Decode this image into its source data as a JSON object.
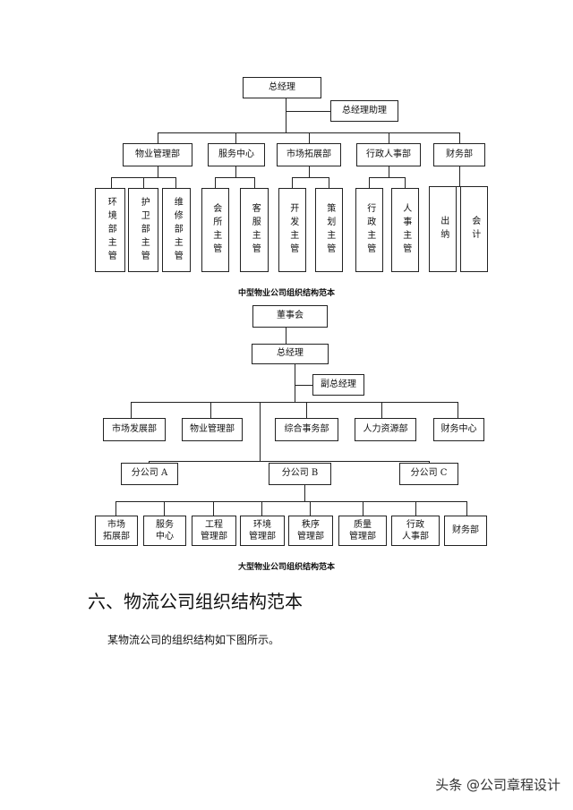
{
  "chart1": {
    "top": "总经理",
    "assistant": "总经理助理",
    "departments": [
      "物业管理部",
      "服务中心",
      "市场拓展部",
      "行政人事部",
      "财务部"
    ],
    "subs": [
      "环境部主管",
      "护卫部主管",
      "维修部主管",
      "会所主管",
      "客服主管",
      "开发主管",
      "策划主管",
      "行政主管",
      "人事主管",
      "出纳",
      "会计"
    ],
    "caption": "中型物业公司组织结构范本"
  },
  "chart2": {
    "board": "董事会",
    "gm": "总经理",
    "vice_gm": "副总经理",
    "departments": [
      "市场发展部",
      "物业管理部",
      "综合事务部",
      "人力资源部",
      "财务中心"
    ],
    "branches": [
      "分公司 A",
      "分公司 B",
      "分公司 C"
    ],
    "branch_depts": [
      "市场\n拓展部",
      "服务\n中心",
      "工程\n管理部",
      "环境\n管理部",
      "秩序\n管理部",
      "质量\n管理部",
      "行政\n人事部",
      "财务部"
    ],
    "caption": "大型物业公司组织结构范本"
  },
  "section": {
    "title": "六、物流公司组织结构范本",
    "text": "某物流公司的组织结构如下图所示。"
  },
  "watermark": "头条 @公司章程设计"
}
